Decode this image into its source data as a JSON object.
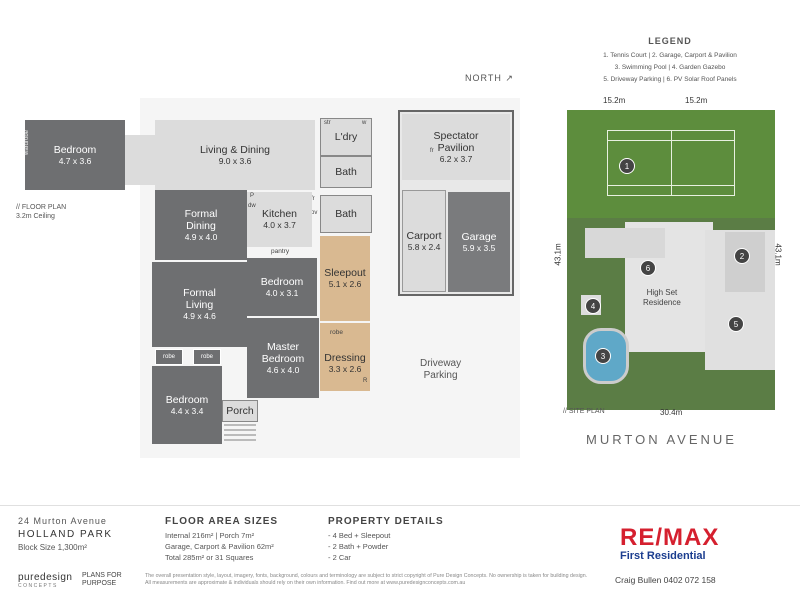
{
  "north_label": "NORTH",
  "floor_plan_note": [
    "// FLOOR PLAN",
    "3.2m Ceiling"
  ],
  "site_plan_note": "// SITE PLAN",
  "legend": {
    "title": "LEGEND",
    "lines": [
      "1. Tennis Court  |  2. Garage, Carport & Pavilion",
      "3. Swimming Pool  |  4. Garden Gazebo",
      "5. Driveway Parking  |  6. PV Solar Roof Panels"
    ]
  },
  "rooms": {
    "bedroom_west": {
      "name": "Bedroom",
      "dim": "4.7 x 3.6"
    },
    "living_dining": {
      "name": "Living & Dining",
      "dim": "9.0 x 3.6"
    },
    "laundry": {
      "name": "L'dry"
    },
    "bath_upper": {
      "name": "Bath"
    },
    "bath_lower": {
      "name": "Bath"
    },
    "formal_dining": {
      "name": "Formal\nDining",
      "dim": "4.9 x 4.0"
    },
    "kitchen": {
      "name": "Kitchen",
      "dim": "4.0 x 3.7"
    },
    "pantry": {
      "name": "pantry"
    },
    "bedroom_mid": {
      "name": "Bedroom",
      "dim": "4.0 x 3.1"
    },
    "sleepout": {
      "name": "Sleepout",
      "dim": "5.1 x 2.6"
    },
    "formal_living": {
      "name": "Formal\nLiving",
      "dim": "4.9 x 4.6"
    },
    "master": {
      "name": "Master\nBedroom",
      "dim": "4.6 x 4.0"
    },
    "dressing": {
      "name": "Dressing",
      "dim": "3.3 x 2.6"
    },
    "bedroom_sw": {
      "name": "Bedroom",
      "dim": "4.4 x 3.4"
    },
    "porch": {
      "name": "Porch"
    },
    "spectator_pavilion": {
      "name": "Spectator\nPavilion",
      "dim": "6.2 x 3.7"
    },
    "carport": {
      "name": "Carport",
      "dim": "5.8 x 2.4"
    },
    "garage": {
      "name": "Garage",
      "dim": "5.9 x 3.5"
    },
    "driveway": {
      "name": "Driveway\nParking"
    }
  },
  "fixtures": {
    "wardrobe": "wardrobe",
    "robe": "robe",
    "str": "str",
    "w": "w",
    "fr": "fr",
    "ov": "ov",
    "p": "P",
    "dw": "dw",
    "r": "R"
  },
  "site_plan": {
    "width_left": "15.2m",
    "width_right": "15.2m",
    "depth_left": "43.1m",
    "depth_right": "43.1m",
    "bottom_width": "30.4m",
    "residence_label": "High Set\nResidence",
    "markers": [
      "1",
      "2",
      "3",
      "4",
      "5",
      "6"
    ]
  },
  "street_name": "MURTON AVENUE",
  "footer": {
    "address_line1": "24 Murton Avenue",
    "address_line2": "HOLLAND PARK",
    "block_size": "Block Size  1,300m²",
    "floor_area_title": "FLOOR AREA SIZES",
    "floor_area_lines": [
      "Internal 216m²  |  Porch 7m²",
      "Garage, Carport & Pavilion 62m²",
      "Total 285m² or 31 Squares"
    ],
    "property_title": "PROPERTY DETAILS",
    "property_lines": [
      "- 4 Bed + Sleepout",
      "- 2 Bath + Powder",
      "- 2 Car"
    ],
    "brand_remax": "RE/MAX",
    "brand_sub": "First Residential",
    "agent": "Craig Bullen  0402 072 158",
    "puredesign": "puredesign",
    "puredesign_sub": "CONCEPTS",
    "plans_for": "PLANS FOR\nPURPOSE",
    "disclaimer": "The overall presentation style, layout, imagery, fonts, background, colours and terminology are subject to strict copyright of Pure Design Concepts. No ownership is taken for building design. All measurements are approximate & individuals should rely on their own information. Find out more at www.puredesignconcepts.com.au"
  },
  "colors": {
    "room_dark": "#6e6f71",
    "room_light": "#dcdcdc",
    "room_tan": "#d9b991",
    "remax_red": "#d5202f",
    "remax_blue": "#1b3d8f",
    "tennis_green": "#5a8a3a"
  }
}
